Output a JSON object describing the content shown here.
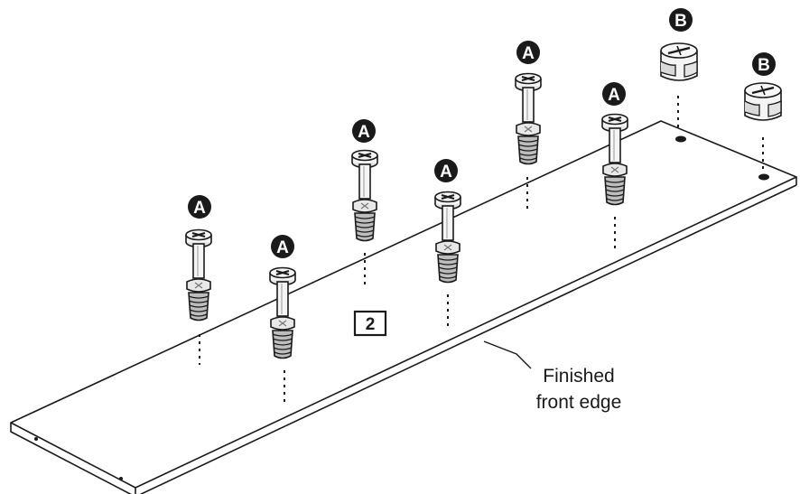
{
  "step": {
    "number": "2"
  },
  "callout": {
    "line1": "Finished",
    "line2": "front edge"
  },
  "parts": {
    "cam_bolt_label": "A",
    "cam_lock_label": "B"
  },
  "colors": {
    "ink": "#1a1a1a",
    "thread_shade": "#8a8a8a",
    "body_light": "#f4f4f4"
  }
}
